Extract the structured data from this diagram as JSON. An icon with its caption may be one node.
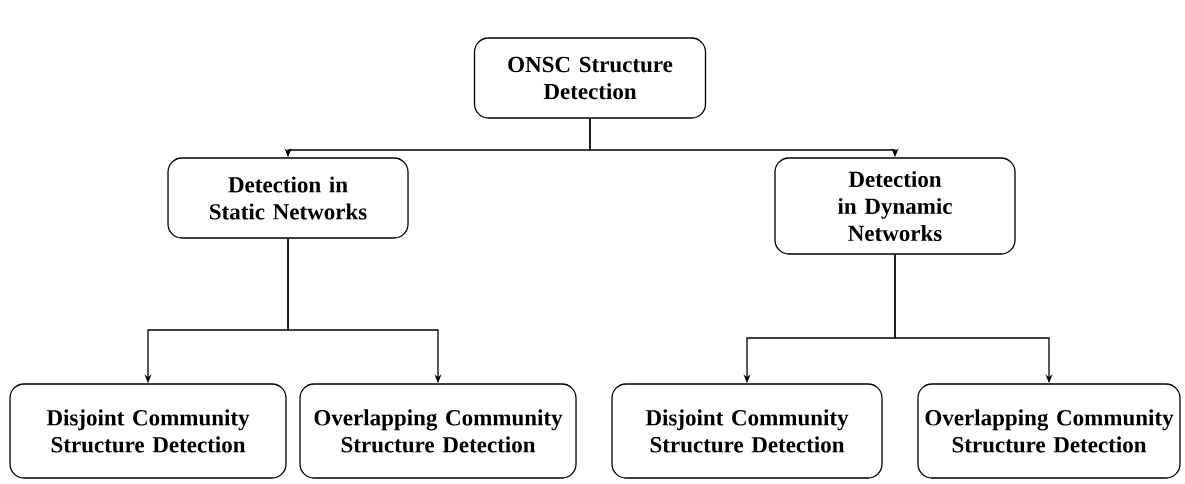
{
  "diagram": {
    "nodes": [
      {
        "text": [
          "ONSC Structure Detection"
        ]
      },
      {
        "text": [
          "Detection in Static Networks"
        ]
      },
      {
        "text": [
          "Detection in Dynamic Networks"
        ]
      },
      {
        "text": [
          "Disjoint Community Structure Detection"
        ]
      },
      {
        "text": [
          "Overlapping Community Structure Detection"
        ]
      },
      {
        "text": [
          "Disjoint Community Structure Detection"
        ]
      },
      {
        "text": [
          "Overlapping Community Structure Detection"
        ]
      }
    ],
    "edges": [
      {
        "from": 0,
        "to": 1,
        "arrow": "to"
      },
      {
        "from": 0,
        "to": 2,
        "arrow": "to"
      },
      {
        "from": 1,
        "to": 3,
        "arrow": "to"
      },
      {
        "from": 1,
        "to": 4,
        "arrow": "to"
      },
      {
        "from": 2,
        "to": 5,
        "arrow": "to"
      },
      {
        "from": 2,
        "to": 6,
        "arrow": "to"
      }
    ]
  }
}
